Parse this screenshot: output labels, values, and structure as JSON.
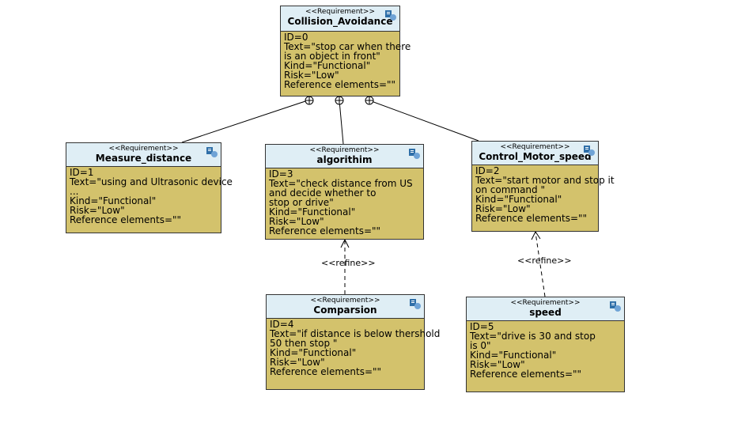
{
  "requirements": [
    {
      "id": "collision",
      "stereotype": "<<Requirement>>",
      "name": "Collision_Avoidance",
      "lines": [
        "ID=0",
        "Text=\"stop car when there",
        "is an object in front\"",
        "Kind=\"Functional\"",
        "Risk=\"Low\"",
        "Reference elements=\"\""
      ]
    },
    {
      "id": "measure",
      "stereotype": "<<Requirement>>",
      "name": "Measure_distance",
      "lines": [
        "ID=1",
        "Text=\"using and Ultrasonic device",
        "...",
        "Kind=\"Functional\"",
        "Risk=\"Low\"",
        "Reference elements=\"\""
      ]
    },
    {
      "id": "algorithm",
      "stereotype": "<<Requirement>>",
      "name": "algorithim",
      "lines": [
        "ID=3",
        "Text=\"check distance from US",
        "and decide whether to",
        "stop or drive\"",
        "Kind=\"Functional\"",
        "Risk=\"Low\"",
        "Reference elements=\"\""
      ]
    },
    {
      "id": "control",
      "stereotype": "<<Requirement>>",
      "name": "Control_Motor_speed",
      "lines": [
        "ID=2",
        "Text=\"start motor and stop it",
        "on command \"",
        "Kind=\"Functional\"",
        "Risk=\"Low\"",
        "Reference elements=\"\""
      ]
    },
    {
      "id": "comparsion",
      "stereotype": "<<Requirement>>",
      "name": "Comparsion",
      "lines": [
        "ID=4",
        "Text=\"if distance is below thershold",
        "50 then stop \"",
        "Kind=\"Functional\"",
        "Risk=\"Low\"",
        "Reference elements=\"\""
      ]
    },
    {
      "id": "speed",
      "stereotype": "<<Requirement>>",
      "name": "speed",
      "lines": [
        "ID=5",
        "Text=\"drive is 30 and stop",
        "is 0\"",
        "Kind=\"Functional\"",
        "Risk=\"Low\"",
        "Reference elements=\"\""
      ]
    }
  ],
  "relations": [
    {
      "type": "containment",
      "from": "collision",
      "to": "measure"
    },
    {
      "type": "containment",
      "from": "collision",
      "to": "algorithm"
    },
    {
      "type": "containment",
      "from": "collision",
      "to": "control"
    },
    {
      "type": "refine",
      "label": "<<refine>>",
      "from": "comparsion",
      "to": "algorithm"
    },
    {
      "type": "refine",
      "label": "<<refine>>",
      "from": "speed",
      "to": "control"
    }
  ],
  "colors": {
    "header": "#dfeef5",
    "body": "#d3c26c",
    "border": "#333333",
    "icon_blue": "#2f6fa8"
  },
  "icon_name": "requirement-icon"
}
